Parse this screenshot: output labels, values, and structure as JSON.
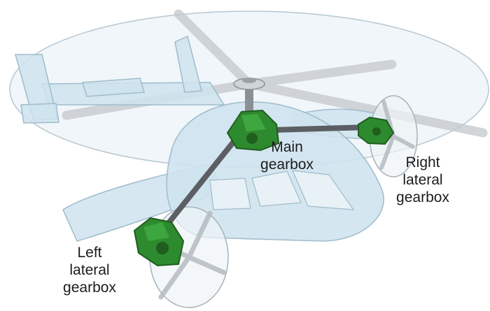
{
  "labels": {
    "main_gearbox": [
      "Main",
      "gearbox"
    ],
    "right_lateral_gearbox": [
      "Right",
      "lateral",
      "gearbox"
    ],
    "left_lateral_gearbox": [
      "Left",
      "lateral",
      "gearbox"
    ]
  },
  "colors": {
    "fuselage_fill": "#cfe3ee",
    "fuselage_stroke": "#9fbccb",
    "rotor_disc": "#e4eef4",
    "blade": "#c4c8cc",
    "gearbox_green": "#2e8a2e",
    "gearbox_dark": "#1f5e1f",
    "shaft": "#5b5f63",
    "text": "#1c1c1c"
  }
}
